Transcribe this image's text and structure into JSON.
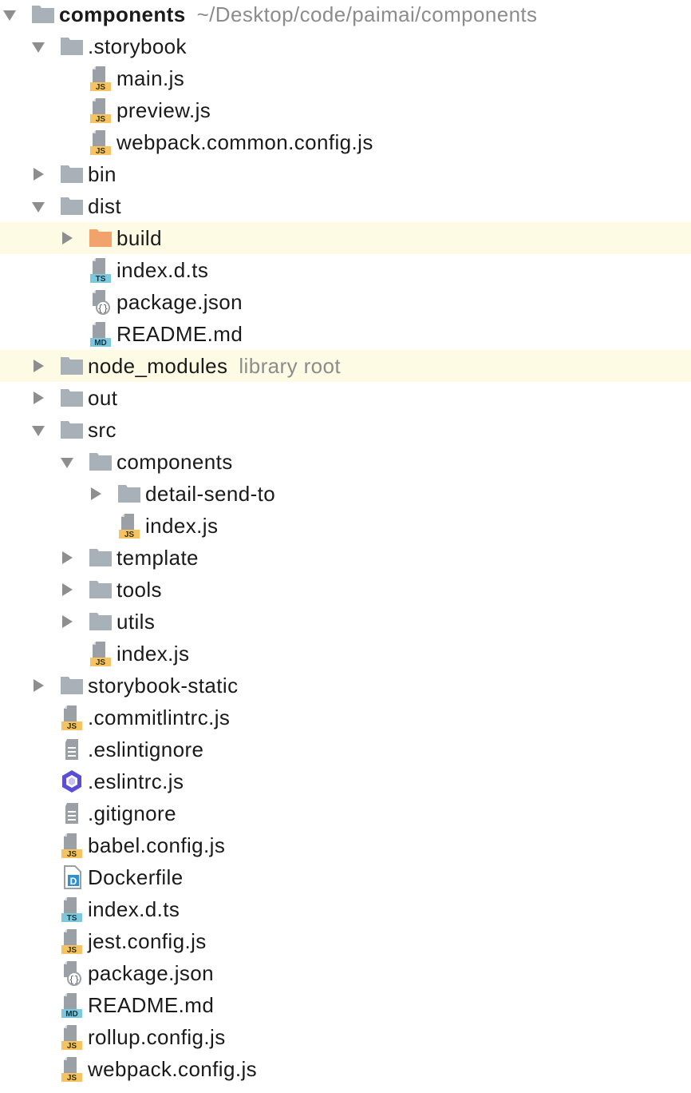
{
  "colors": {
    "folder": "#a8b0b8",
    "folder_excluded": "#f2a36b",
    "js_badge": "#f6c363",
    "ts_badge": "#7ec8de",
    "md_badge": "#7ec8de",
    "doc_gray": "#9aa0a6",
    "eslint": "#5b4ed6",
    "highlight": "#fdfbe4",
    "hint": "#8c8c8c"
  },
  "tree": [
    {
      "name": "components",
      "hint": "~/Desktop/code/paimai/components",
      "type": "folder",
      "depth": 0,
      "expanded": true,
      "bold": true
    },
    {
      "name": ".storybook",
      "type": "folder",
      "depth": 1,
      "expanded": true
    },
    {
      "name": "main.js",
      "type": "js",
      "depth": 2
    },
    {
      "name": "preview.js",
      "type": "js",
      "depth": 2
    },
    {
      "name": "webpack.common.config.js",
      "type": "js",
      "depth": 2
    },
    {
      "name": "bin",
      "type": "folder",
      "depth": 1,
      "expanded": false
    },
    {
      "name": "dist",
      "type": "folder",
      "depth": 1,
      "expanded": true
    },
    {
      "name": "build",
      "type": "folder-excluded",
      "depth": 2,
      "expanded": false,
      "highlight": true
    },
    {
      "name": "index.d.ts",
      "type": "ts",
      "depth": 2
    },
    {
      "name": "package.json",
      "type": "json",
      "depth": 2
    },
    {
      "name": "README.md",
      "type": "md",
      "depth": 2
    },
    {
      "name": "node_modules",
      "hint": "library root",
      "type": "folder",
      "depth": 1,
      "expanded": false,
      "highlight": true
    },
    {
      "name": "out",
      "type": "folder",
      "depth": 1,
      "expanded": false
    },
    {
      "name": "src",
      "type": "folder",
      "depth": 1,
      "expanded": true
    },
    {
      "name": "components",
      "type": "folder",
      "depth": 2,
      "expanded": true
    },
    {
      "name": "detail-send-to",
      "type": "folder",
      "depth": 3,
      "expanded": false
    },
    {
      "name": "index.js",
      "type": "js",
      "depth": 3
    },
    {
      "name": "template",
      "type": "folder",
      "depth": 2,
      "expanded": false
    },
    {
      "name": "tools",
      "type": "folder",
      "depth": 2,
      "expanded": false
    },
    {
      "name": "utils",
      "type": "folder",
      "depth": 2,
      "expanded": false
    },
    {
      "name": "index.js",
      "type": "js",
      "depth": 2
    },
    {
      "name": "storybook-static",
      "type": "folder",
      "depth": 1,
      "expanded": false
    },
    {
      "name": ".commitlintrc.js",
      "type": "js",
      "depth": 1
    },
    {
      "name": ".eslintignore",
      "type": "text",
      "depth": 1
    },
    {
      "name": ".eslintrc.js",
      "type": "eslint",
      "depth": 1
    },
    {
      "name": ".gitignore",
      "type": "text",
      "depth": 1
    },
    {
      "name": "babel.config.js",
      "type": "js",
      "depth": 1
    },
    {
      "name": "Dockerfile",
      "type": "docker",
      "depth": 1
    },
    {
      "name": "index.d.ts",
      "type": "ts",
      "depth": 1
    },
    {
      "name": "jest.config.js",
      "type": "js",
      "depth": 1
    },
    {
      "name": "package.json",
      "type": "json",
      "depth": 1
    },
    {
      "name": "README.md",
      "type": "md",
      "depth": 1
    },
    {
      "name": "rollup.config.js",
      "type": "js",
      "depth": 1
    },
    {
      "name": "webpack.config.js",
      "type": "js",
      "depth": 1
    }
  ]
}
